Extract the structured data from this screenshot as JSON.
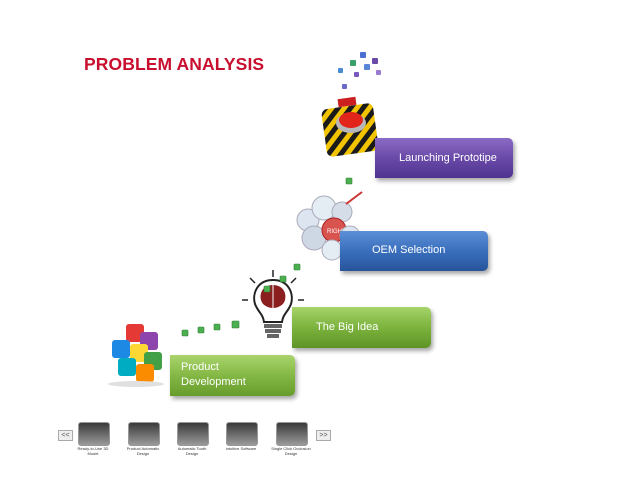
{
  "title": "PROBLEM ANALYSIS",
  "steps": [
    {
      "label": "Launching Prototipe",
      "color": "#6a4aa8"
    },
    {
      "label": "OEM Selection",
      "color": "#3a6fbd"
    },
    {
      "label": "The Big Idea",
      "color": "#7cb33d"
    },
    {
      "label_line1": "Product",
      "label_line2": "Development",
      "color": "#84b845"
    }
  ],
  "icons": [
    "launch-button-icon",
    "dice-pile-icon",
    "lightbulb-brain-icon",
    "puzzle-pieces-icon"
  ],
  "thumbnail_strip": {
    "prev": "<<",
    "next": ">>",
    "captions": [
      "Ready-to-Use 3D Model",
      "Product Automatic Design",
      "Automatic Tooth Design",
      "intuitive Software",
      "Single Click Occlusion Design"
    ]
  }
}
